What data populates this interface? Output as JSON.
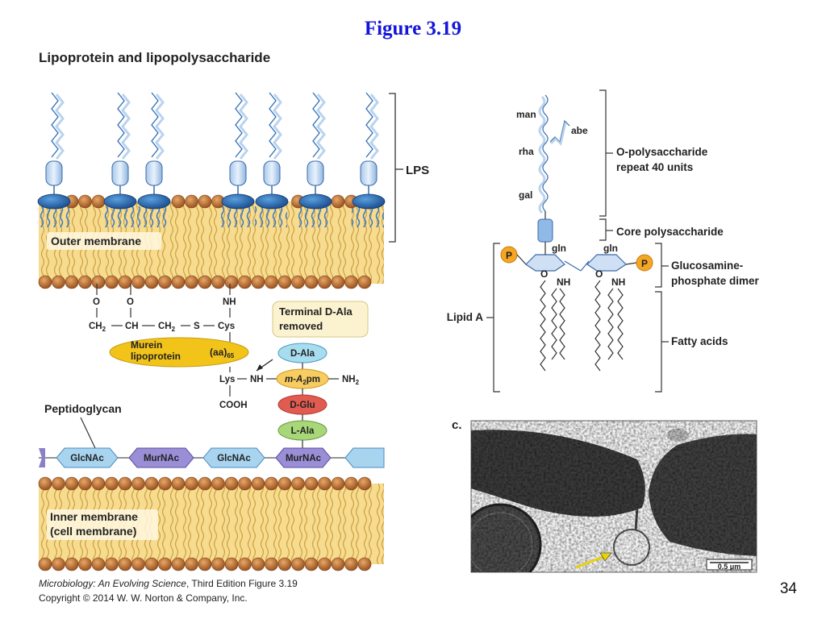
{
  "figure_title": "Figure 3.19",
  "subtitle": "Lipoprotein and lipopolysaccharide",
  "left": {
    "lps_label": "LPS",
    "outer_membrane": "Outer membrane",
    "o_atom": "O",
    "nh_group": "NH",
    "ch2": "CH",
    "ch2_sub": "2",
    "ch": "CH",
    "s_atom": "S",
    "cys": "Cys",
    "murein_line1": "Murein",
    "murein_line2": "lipoprotein",
    "aa": "(aa)",
    "aa_sub": "65",
    "terminal_line1": "Terminal D-Ala",
    "terminal_line2": "removed",
    "d_ala": "D-Ala",
    "lys": "Lys",
    "m_a2pm": "m-A",
    "m_a2pm_sub": "2",
    "m_a2pm_end": "pm",
    "nh2": "NH",
    "nh2_sub": "2",
    "cooh": "COOH",
    "d_glu": "D-Glu",
    "l_ala": "L-Ala",
    "peptidoglycan": "Peptidoglycan",
    "sugars": [
      "GlcNAc",
      "MurNAc",
      "GlcNAc",
      "MurNAc"
    ],
    "inner_membrane_line1": "Inner membrane",
    "inner_membrane_line2": "(cell membrane)"
  },
  "right": {
    "man": "man",
    "abe": "abe",
    "rha": "rha",
    "gal": "gal",
    "o_poly_line1": "O-polysaccharide",
    "o_poly_line2": "repeat 40 units",
    "core": "Core polysaccharide",
    "gln1": "gln",
    "gln2": "gln",
    "p1": "P",
    "p2": "P",
    "o_atom": "O",
    "nh": "NH",
    "gluco_line1": "Glucosamine-",
    "gluco_line2": "phosphate dimer",
    "lipid_a": "Lipid A",
    "fatty_acids": "Fatty acids"
  },
  "micro": {
    "panel_label": "c.",
    "scale_bar": "0.5 μm"
  },
  "credit": {
    "book_title": "Microbiology: An Evolving Science",
    "edition": ", Third Edition  Figure 3.19",
    "copyright": "Copyright © 2014 W. W. Norton & Company, Inc."
  },
  "page_number": "34",
  "colors": {
    "title_blue": "#1515d8",
    "lipid_head": "#b8692a",
    "lps_blue": "#2f6fb8",
    "membrane_band": "#f4d27a",
    "murein_yellow": "#f2c41a",
    "d_glu_red": "#e25b50",
    "l_ala_green": "#8bc34a",
    "phosphate_orange": "#f5a623"
  }
}
